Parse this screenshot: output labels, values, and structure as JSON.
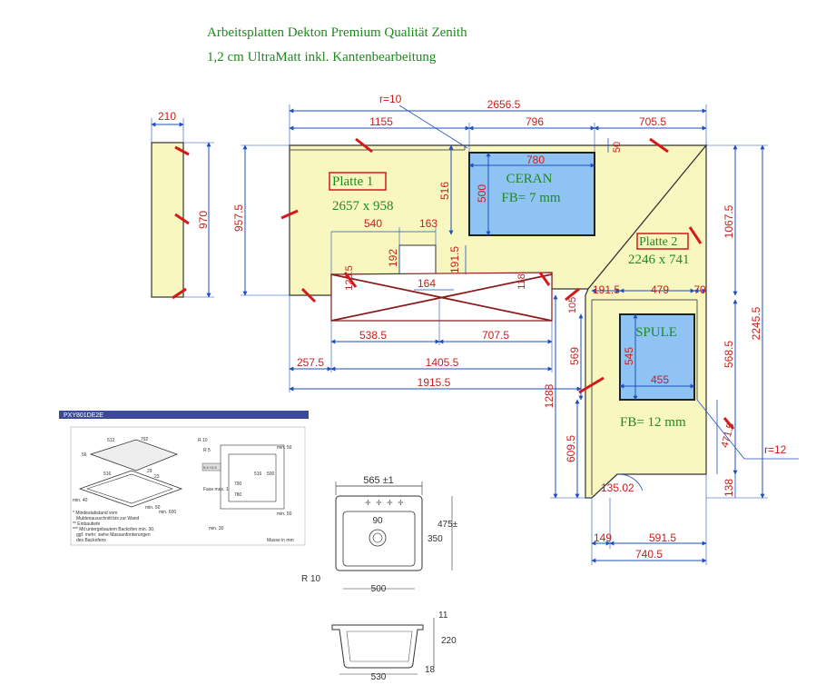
{
  "header": {
    "line1": "Arbeitsplatten Dekton Premium Qualität Zenith",
    "line2": "1,2 cm UltraMatt inkl. Kantenbearbeitung"
  },
  "colors": {
    "countertop": "#f9f7c0",
    "cutout": "#8fc3f3",
    "dimension_line": "#1f4fbf",
    "dimension_text": "#c91d1d",
    "label_text": "#1f8a1f",
    "marker": "#d31a1a",
    "hatch": "#8b1c1c"
  },
  "labels": {
    "platte1_name": "Platte 1",
    "platte1_size": "2657 x 958",
    "platte2_name": "Platte 2",
    "platte2_size": "2246 x 741",
    "ceran": "CERAN",
    "ceran_fb": "FB= 7 mm",
    "spule": "SPULE",
    "spule_fb": "FB= 12 mm"
  },
  "dims": {
    "side_w": "210",
    "side_h": "970",
    "r10": "r=10",
    "total_w": "2656.5",
    "seg_1155": "1155",
    "seg_796": "796",
    "seg_705": "705.5",
    "depth_957": "957.5",
    "ceran_w": "780",
    "ceran_offset": "50",
    "ceran_depth": "516",
    "ceran_h": "500",
    "d540": "540",
    "d163": "163",
    "d192": "192",
    "d191": "191.5",
    "d128": "128.5",
    "d164": "164",
    "d118": "118",
    "d538": "538.5",
    "d707": "707.5",
    "d257": "257.5",
    "d1405": "1405.5",
    "d1915": "1915.5",
    "d1067": "1067.5",
    "d2245": "2245.5",
    "d191b": "191.5",
    "d479": "479",
    "d70": "70",
    "d105": "105",
    "d569": "569",
    "d568": "568.5",
    "d545": "545",
    "d455": "455",
    "d1288": "1288",
    "d609": "609.5",
    "d471": "471.5",
    "r12": "r=12",
    "d135": "135.02",
    "d138": "138",
    "d149": "149",
    "d591": "591.5",
    "d740": "740.5"
  },
  "hob_sheet": {
    "model": "PXY801DE2E",
    "w792": "792",
    "w512": "512",
    "d56": "56",
    "d29": "29",
    "d23": "23",
    "w516": "516",
    "min40": "min. 40",
    "min50a": "min. 50",
    "min600": "min. 600",
    "r10": "R 10",
    "r5": "R 5",
    "min50b": "min. 50",
    "d790": "790",
    "d780": "780",
    "d516": "516",
    "d500": "500",
    "d95": "9,5 +0,5",
    "fase": "Fase max. 1",
    "min50c": "min. 50",
    "min30": "min. 30",
    "note1": "* Mindestabstand vom",
    "note2": "Muldenausschnitt bis zur Wand",
    "note3": "** Einbautiefe",
    "note4": "*** Mit untergebautem Backofen min. 30,",
    "note5": "ggf. mehr: siehe Massanforderungen",
    "note6": "des Backofens",
    "units": "Masse in mm"
  },
  "sink_sheet": {
    "w565": "565 ±1",
    "w90": "90",
    "h475": "475±",
    "h350": "350",
    "r10": "R 10",
    "w500": "500",
    "h11": "11",
    "h220": "220",
    "w530": "530",
    "h18": "18"
  }
}
